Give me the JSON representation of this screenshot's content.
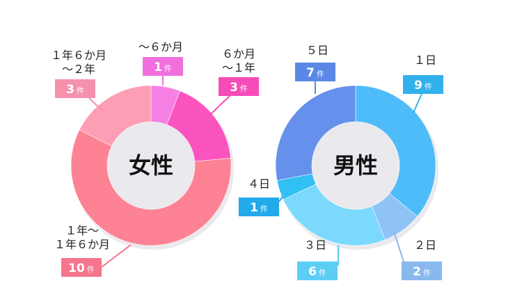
{
  "chart_data": [
    {
      "type": "donut",
      "title": "女性",
      "unit": "件",
      "segments": [
        {
          "label": [
            "～６か月"
          ],
          "value": 1,
          "color": "#f67fe4",
          "box_color": "#f06fdc"
        },
        {
          "label": [
            "６か月",
            "～１年"
          ],
          "value": 3,
          "color": "#fc54be",
          "box_color": "#f54cb8"
        },
        {
          "label": [
            "１年～",
            "１年６か月"
          ],
          "value": 10,
          "color": "#fd8294",
          "box_color": "#f4758c"
        },
        {
          "label": [
            "１年６か月",
            "～２年"
          ],
          "value": 3,
          "color": "#fe9eb4",
          "box_color": "#f591ad"
        }
      ]
    },
    {
      "type": "donut",
      "title": "男性",
      "unit": "件",
      "segments": [
        {
          "label": [
            "１日"
          ],
          "value": 9,
          "color": "#4ebcf8",
          "box_color": "#31b0ec"
        },
        {
          "label": [
            "２日"
          ],
          "value": 2,
          "color": "#8fc3f6",
          "box_color": "#88b8ee"
        },
        {
          "label": [
            "３日"
          ],
          "value": 6,
          "color": "#7ad9fc",
          "box_color": "#5ccdf5"
        },
        {
          "label": [
            "４日"
          ],
          "value": 1,
          "color": "#32bff4",
          "box_color": "#22aaea"
        },
        {
          "label": [
            "５日"
          ],
          "value": 7,
          "color": "#6590ec",
          "box_color": "#5b88e6"
        }
      ]
    }
  ]
}
